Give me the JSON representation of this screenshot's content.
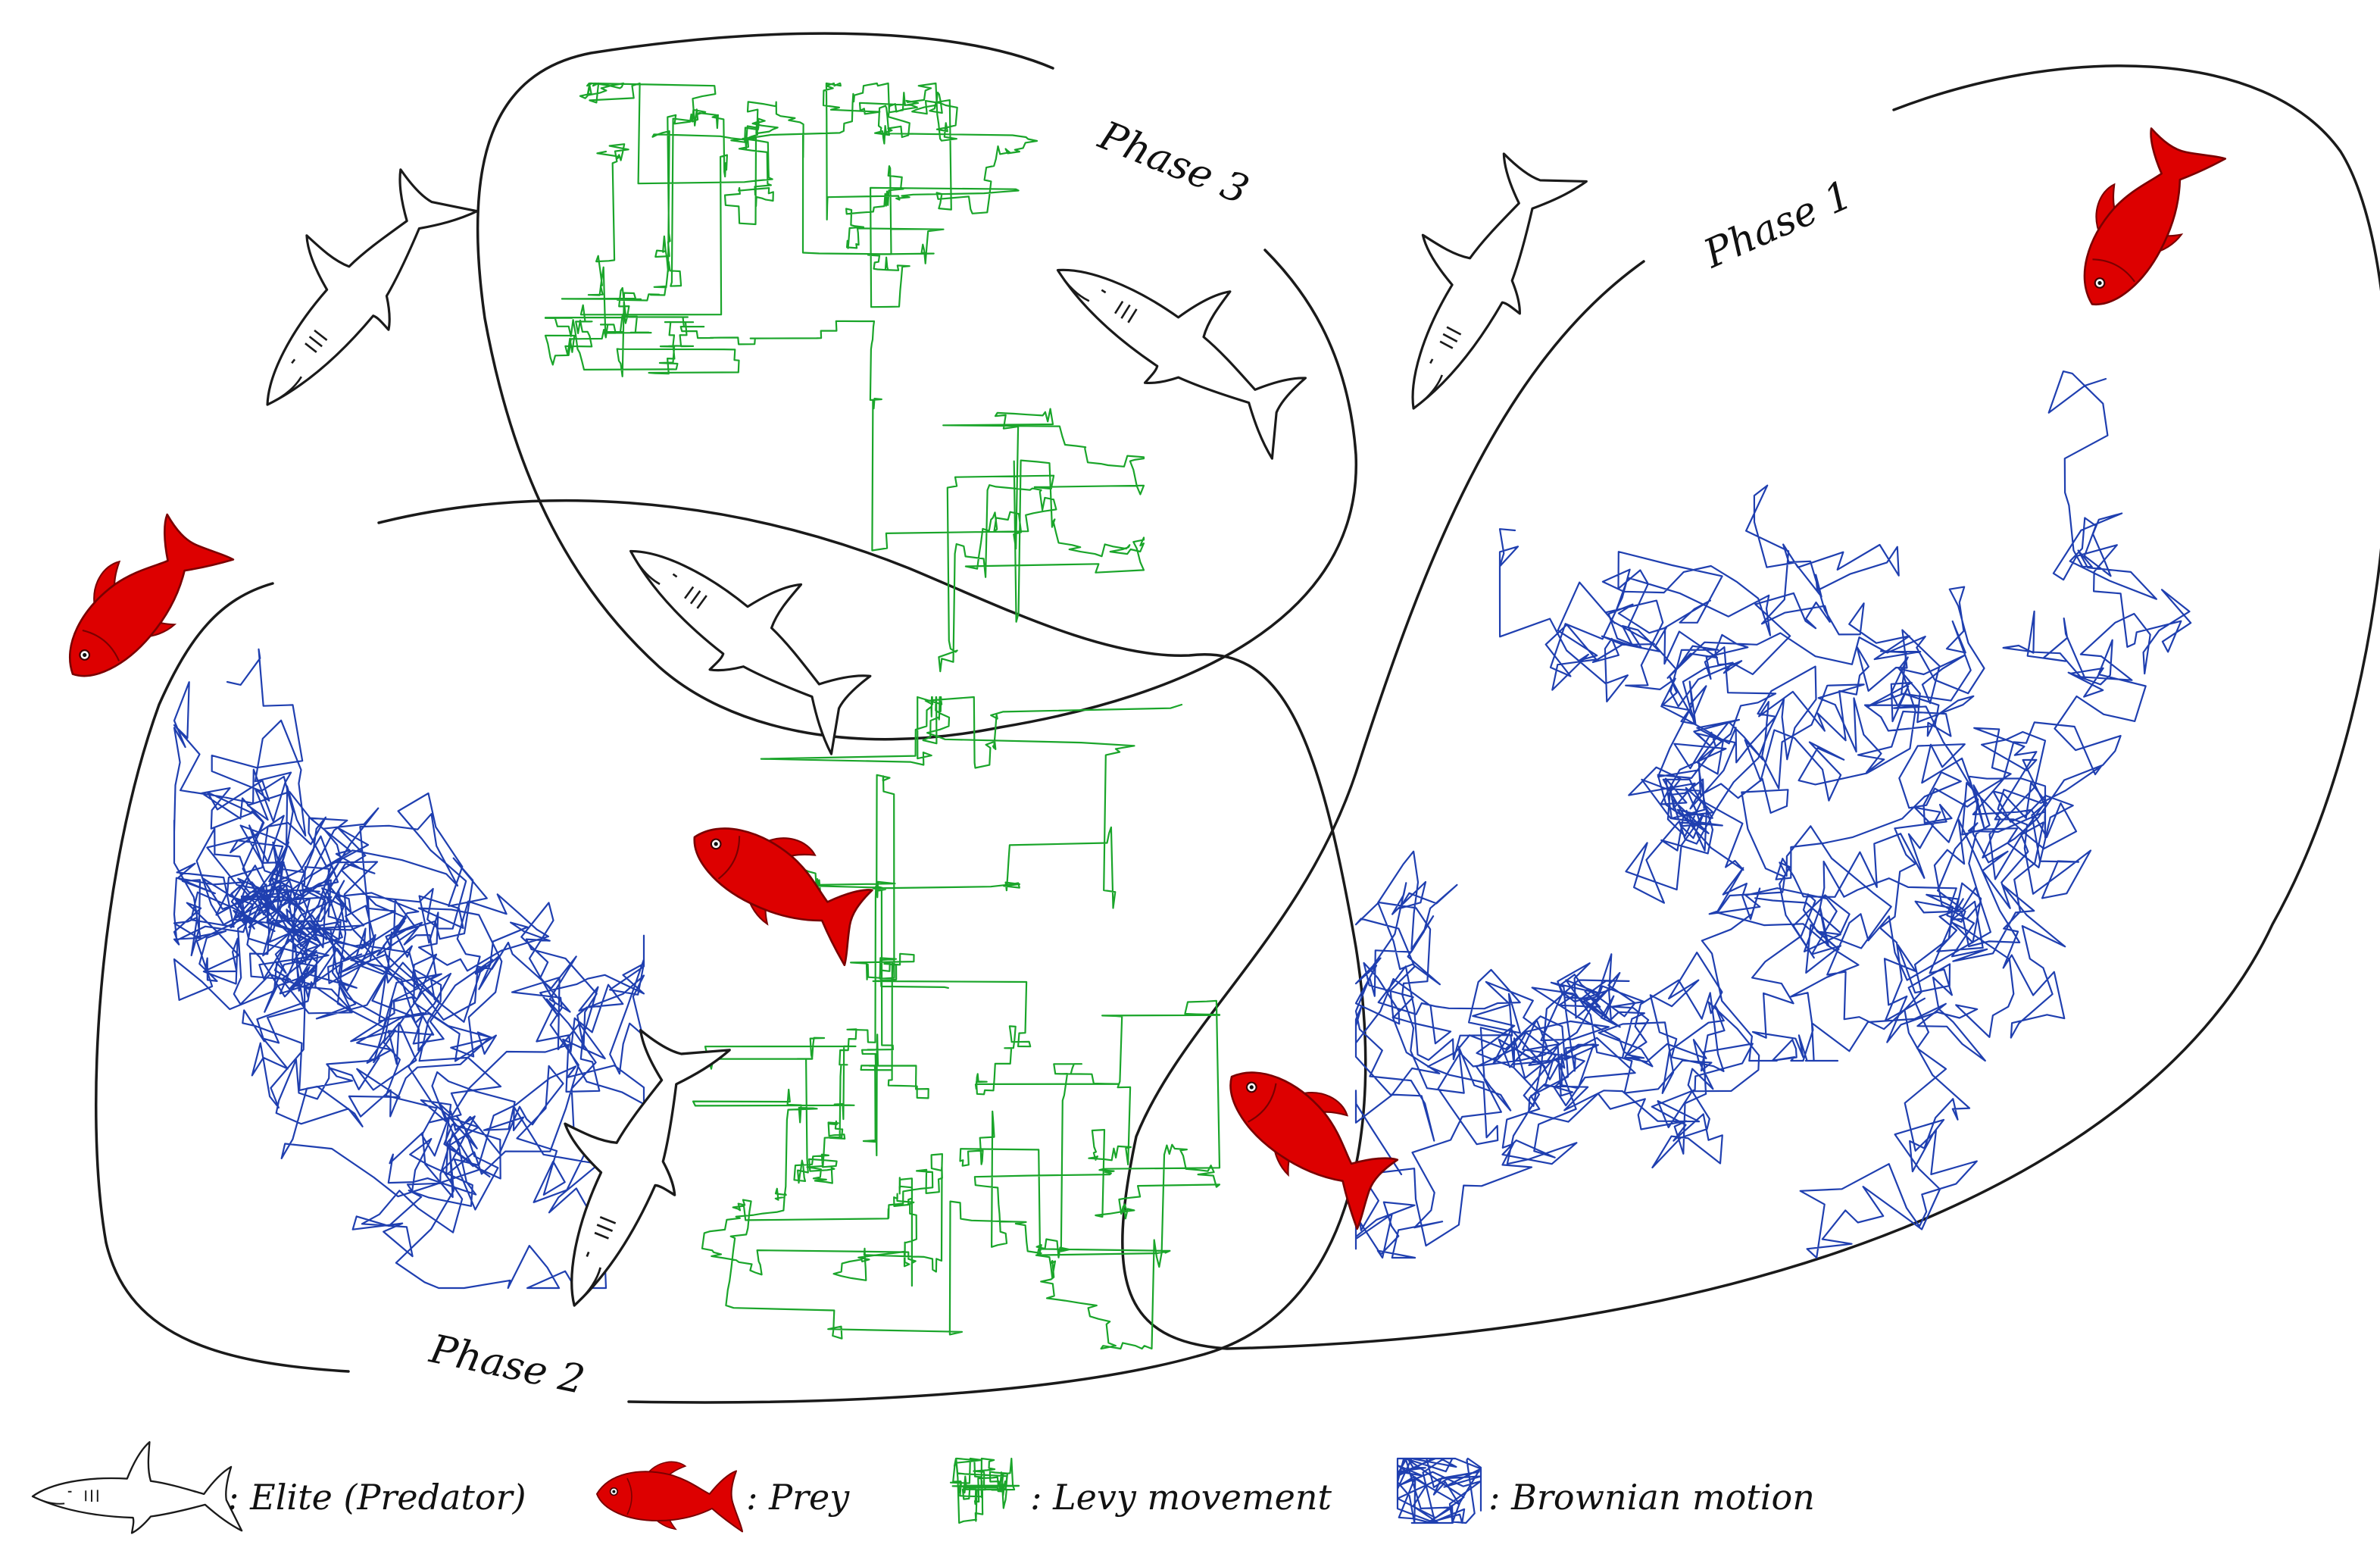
{
  "diagram": {
    "phases": [
      {
        "label": "Phase 1"
      },
      {
        "label": "Phase 2"
      },
      {
        "label": "Phase 3"
      }
    ],
    "colors": {
      "levy": "#1aa52a",
      "brownian": "#1f3fb0",
      "prey": "#dd0000",
      "boundary": "#1a1a1a"
    },
    "icons": {
      "predator": "shark-icon",
      "prey": "fish-icon"
    }
  },
  "legend": {
    "items": [
      {
        "icon": "shark-icon",
        "label": ": Elite (Predator)"
      },
      {
        "icon": "fish-icon",
        "label": ": Prey"
      },
      {
        "icon": "levy-trail-icon",
        "label": ": Levy movement"
      },
      {
        "icon": "brownian-trail-icon",
        "label": ": Brownian motion"
      }
    ]
  }
}
